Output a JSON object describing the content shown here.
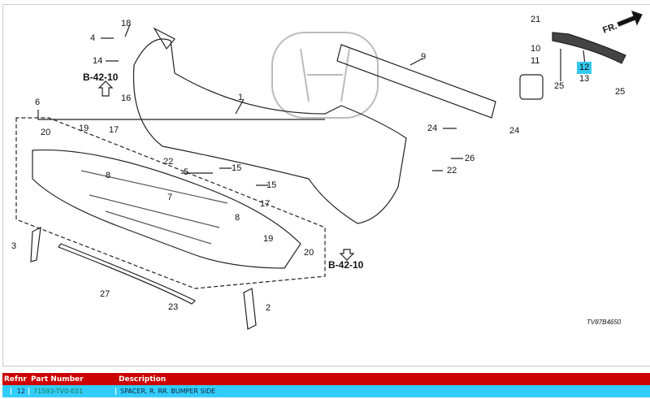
{
  "diagram": {
    "code": "TV87B4650",
    "direction": "FR.",
    "ref_label": "B-42-10",
    "callouts": [
      "18",
      "4",
      "14",
      "16",
      "17",
      "6",
      "20",
      "19",
      "22",
      "5",
      "15",
      "15",
      "8",
      "7",
      "8",
      "1",
      "9",
      "24",
      "26",
      "22",
      "17",
      "19",
      "20",
      "3",
      "27",
      "23",
      "2",
      "21",
      "10",
      "11",
      "12",
      "13",
      "25",
      "25",
      "24"
    ]
  },
  "table": {
    "headers": {
      "refnr": "Refnr",
      "part_number": "Part Number",
      "description": "Description"
    },
    "rows": [
      {
        "refnr": "12",
        "part_number": "71593-TV0-E01",
        "description": "SPACER, R. RR. BUMPER SIDE"
      }
    ]
  },
  "colors": {
    "header_bg": "#cc0000",
    "row_bg": "#33ccff",
    "highlight": "#33c8f0"
  }
}
